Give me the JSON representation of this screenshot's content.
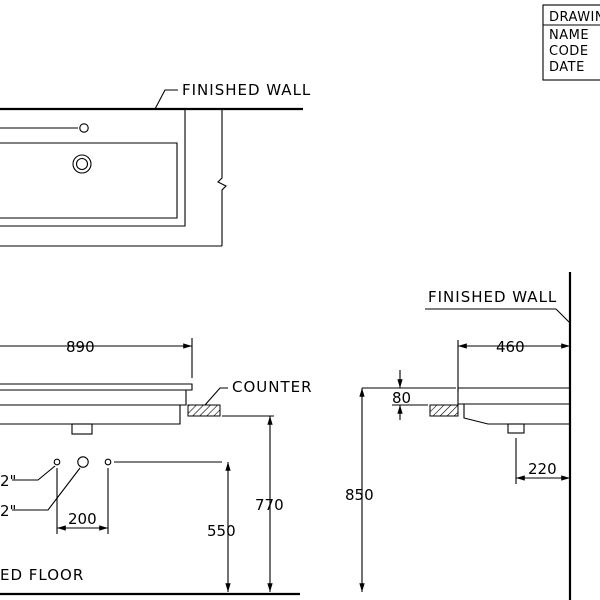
{
  "title_block": {
    "drawing_label": "DRAWIN",
    "name_label": "NAME",
    "code_label": "CODE",
    "date_label": "DATE"
  },
  "labels": {
    "finished_wall_top": "FINISHED WALL",
    "finished_wall_side": "FINISHED WALL",
    "counter": "COUNTER",
    "finished_floor": "ED FLOOR",
    "pipe_label_1": "2\"",
    "pipe_label_2": "2\""
  },
  "dimensions": {
    "width_890": "890",
    "depth_460": "460",
    "thickness_80": "80",
    "offset_220": "220",
    "spacing_200": "200",
    "height_550": "550",
    "height_770": "770",
    "height_850": "850"
  },
  "colors": {
    "line": "#000000",
    "background": "#ffffff"
  }
}
